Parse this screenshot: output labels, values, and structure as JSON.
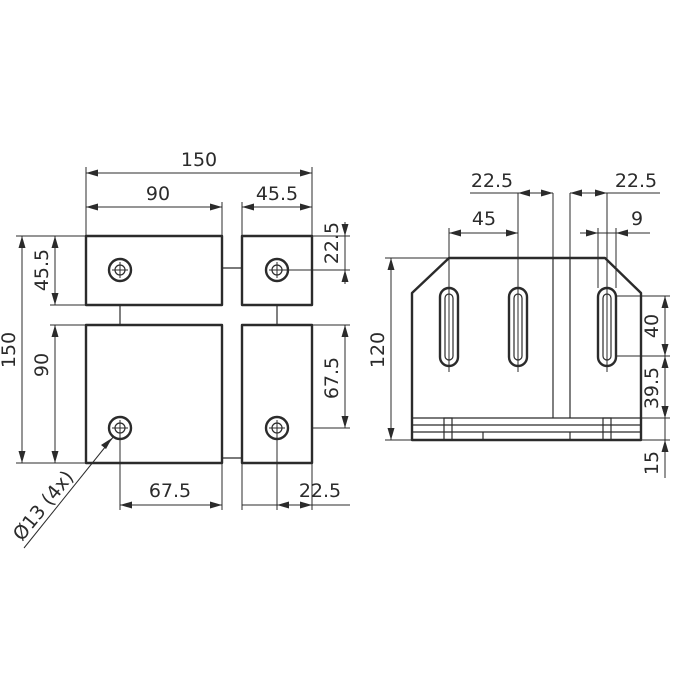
{
  "diagram": {
    "left_view": {
      "dims": {
        "overall_width": "150",
        "top_left_width": "90",
        "top_right_width": "45.5",
        "right_top_offset": "22.5",
        "overall_height": "150",
        "left_top_height": "45.5",
        "left_bottom_height": "90",
        "right_hole_pitch": "67.5",
        "bottom_hole_pitch": "67.5",
        "bottom_right_offset": "22.5",
        "hole_callout": "Ø13 (4x)"
      }
    },
    "right_view": {
      "dims": {
        "top_left_width": "22.5",
        "top_right_width": "22.5",
        "slot_pitch": "45",
        "slot_width": "9",
        "height": "120",
        "slot_length": "40",
        "slot_bottom_offset": "39.5",
        "base_height": "15"
      }
    }
  }
}
